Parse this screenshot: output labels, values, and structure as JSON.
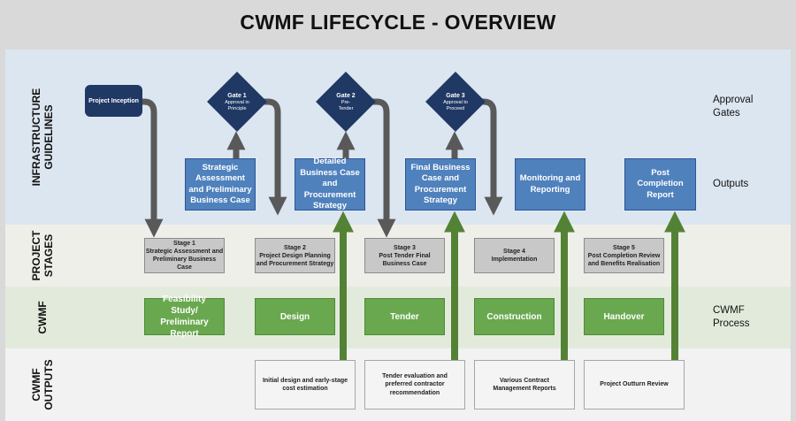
{
  "title": "CWMF LIFECYCLE - OVERVIEW",
  "row_labels": {
    "infrastructure": "INFRASTRUCTURE GUIDELINES",
    "stages": "PROJECT STAGES",
    "cwmf": "CWMF",
    "outputs": "CWMF OUTPUTS"
  },
  "right_labels": {
    "approval_gates": "Approval Gates",
    "outputs": "Outputs",
    "cwmf_process": "CWMF Process"
  },
  "inception": "Project Inception",
  "gates": [
    {
      "name": "Gate 1",
      "desc": "Approval in Principle"
    },
    {
      "name": "Gate 2",
      "desc": "Pre-Tender"
    },
    {
      "name": "Gate 3",
      "desc": "Approval to Proceed"
    }
  ],
  "outputs": [
    "Strategic Assessment and Preliminary Business Case",
    "Detailed Business Case and Procurement Strategy",
    "Final Business Case and Procurement Strategy",
    "Monitoring and Reporting",
    "Post Completion Report"
  ],
  "stages": [
    {
      "name": "Stage 1",
      "desc": "Strategic Assessment and Preliminary Business Case"
    },
    {
      "name": "Stage 2",
      "desc": "Project Design Planning and Procurement Strategy"
    },
    {
      "name": "Stage 3",
      "desc": "Post Tender Final Business Case"
    },
    {
      "name": "Stage 4",
      "desc": "Implementation"
    },
    {
      "name": "Stage 5",
      "desc": "Post Completion Review and Benefits Realisation"
    }
  ],
  "cwmf_process": [
    "Feasibility Study/ Preliminary Report",
    "Design",
    "Tender",
    "Construction",
    "Handover"
  ],
  "cwmf_outputs": [
    "Initial design and early-stage cost estimation",
    "Tender evaluation and preferred contractor recommendation",
    "Various Contract Management Reports",
    "Project Outturn Review"
  ],
  "colors": {
    "dark_navy": "#1f3864",
    "blue_box": "#4f81bd",
    "green_box": "#6aa84f",
    "green_arrow": "#548235",
    "grey_arrow": "#595959",
    "infra_band": "#dce6f1",
    "stages_band": "#eeefe9",
    "cwmf_band": "#e2ebdb",
    "outputs_band": "#f2f2f2"
  }
}
